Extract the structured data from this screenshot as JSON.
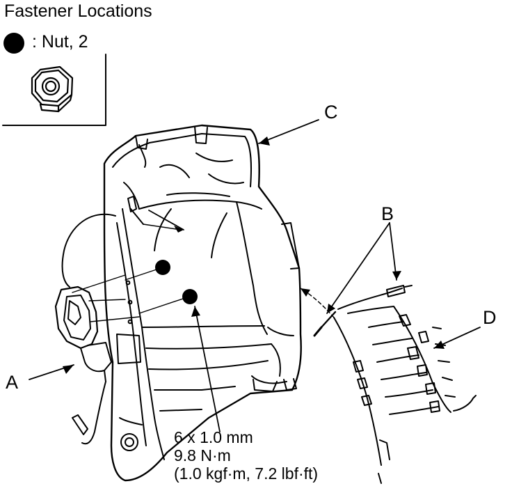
{
  "title": "Fastener Locations",
  "legend": {
    "text": ": Nut, 2",
    "symbol": "filled-circle"
  },
  "callouts": {
    "a": "A",
    "b": "B",
    "c": "C",
    "d": "D"
  },
  "spec": {
    "line1": "6 x 1.0 mm",
    "line2": "9.8 N·m",
    "line3": "(1.0 kgf·m, 7.2 lbf·ft)"
  }
}
